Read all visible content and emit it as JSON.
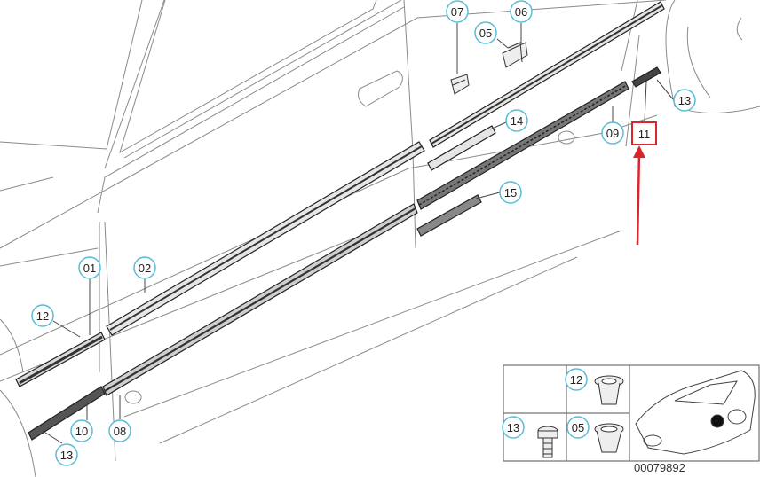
{
  "callouts": {
    "c07": "07",
    "c06": "06",
    "c05": "05",
    "c14": "14",
    "c13_right": "13",
    "c09": "09",
    "c11": "11",
    "c15": "15",
    "c01": "01",
    "c02": "02",
    "c12": "12",
    "c10": "10",
    "c08": "08",
    "c13_left": "13",
    "inset_c12": "12",
    "inset_c13": "13",
    "inset_c05": "05"
  },
  "diagram_id": "00079892",
  "colors": {
    "callout_ring": "#5bbcd6",
    "highlight": "#d9262b",
    "line": "#555555"
  }
}
